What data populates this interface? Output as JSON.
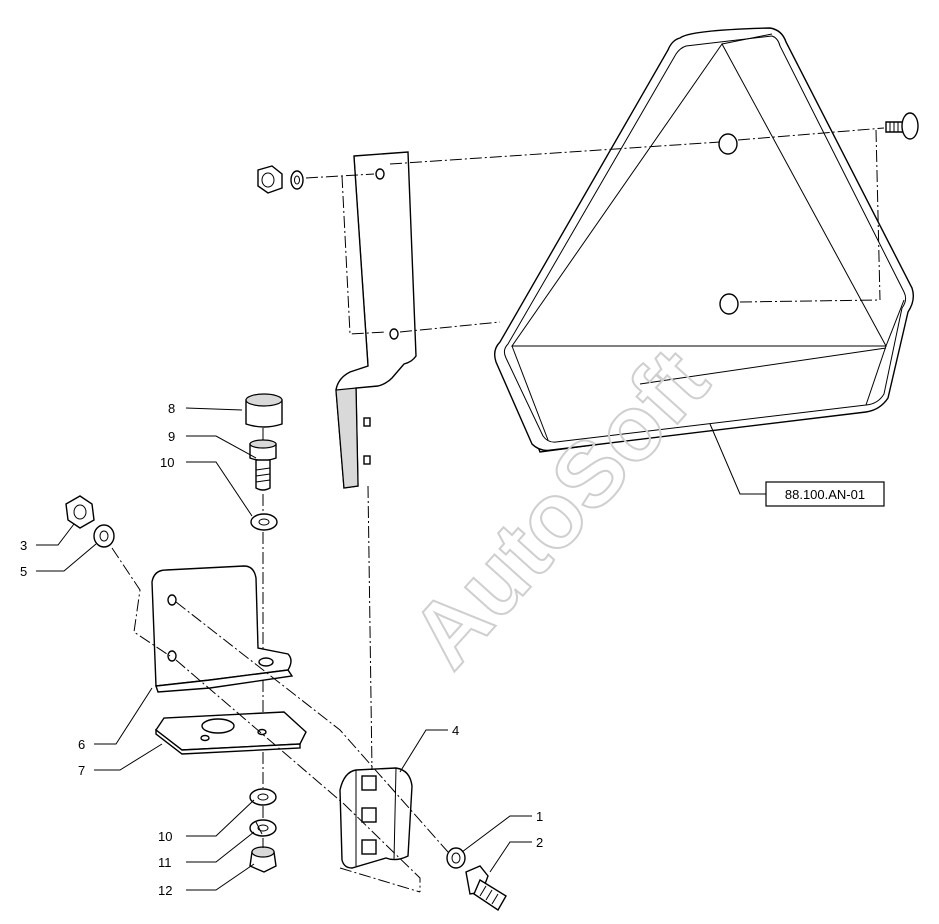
{
  "reference_label": "88.100.AN-01",
  "watermark": "AutoSoft",
  "callouts": {
    "c1": "1",
    "c2": "2",
    "c3": "3",
    "c4": "4",
    "c5": "5",
    "c6": "6",
    "c7": "7",
    "c8": "8",
    "c9": "9",
    "c10a": "10",
    "c10b": "10",
    "c11": "11",
    "c12": "12"
  }
}
